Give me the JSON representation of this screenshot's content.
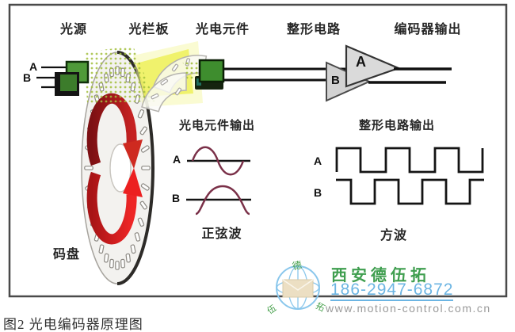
{
  "labels": {
    "top": [
      "光源",
      "光栏板",
      "光电元件",
      "整形电路",
      "编码器输出"
    ],
    "disc": "码盘",
    "source_channel_a": "A",
    "source_channel_b": "B",
    "amp_a": "A",
    "amp_b": "B",
    "sine_title": "光电元件输出",
    "sine_a": "A",
    "sine_b": "B",
    "sine_caption": "正弦波",
    "square_title": "整形电路输出",
    "square_a": "A",
    "square_b": "B",
    "square_caption": "方波"
  },
  "caption": "图2 光电编码器原理图",
  "watermark": {
    "brand": "西安德伍拓",
    "phone": "186-2947-6872",
    "url": "www.motion-control.com.cn",
    "logo_chars": [
      "德",
      "伍",
      "拓"
    ]
  },
  "colors": {
    "sensor_green": "#3e8d2e",
    "arrow_red_dark": "#8a1215",
    "arrow_red_bright": "#ee2626",
    "sine_wave": "#7a3048",
    "light_beam_yellow": "#eef161",
    "light_dots_green": "#a3bf3e",
    "watermark_green": "#3f9e4f",
    "watermark_blue": "#6cb5e3",
    "border_gray": "#4a4a4a"
  }
}
